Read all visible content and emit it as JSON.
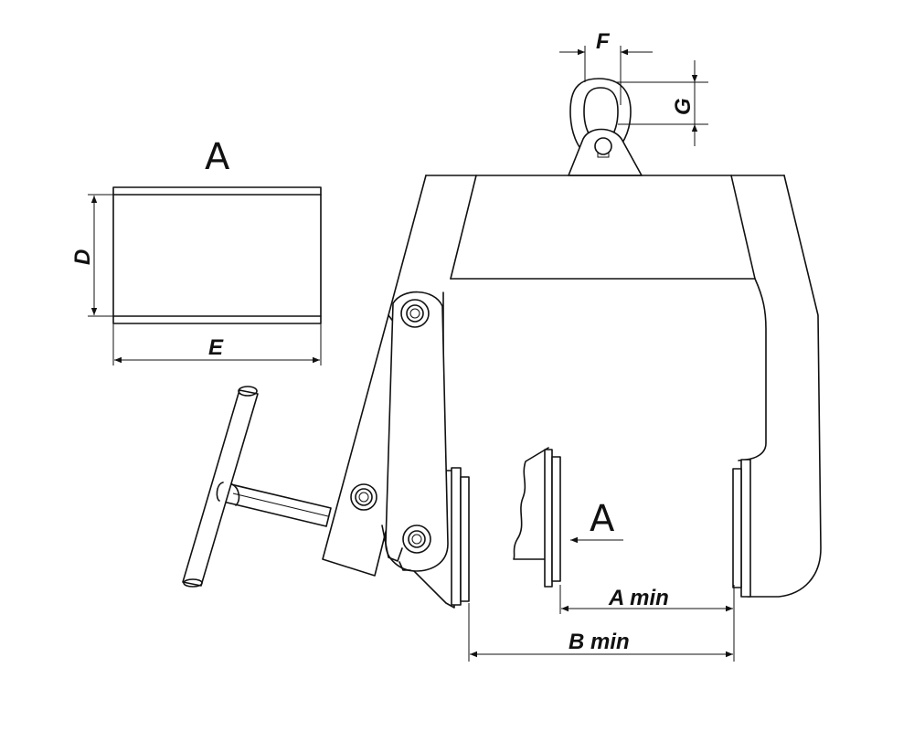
{
  "view_labels": {
    "top_view": "A",
    "arrow_view": "A"
  },
  "dimensions": {
    "d": "D",
    "e": "E",
    "f": "F",
    "g": "G",
    "a_min": "A min",
    "b_min": "B min"
  },
  "colors": {
    "line": "#111111",
    "background": "#ffffff"
  }
}
